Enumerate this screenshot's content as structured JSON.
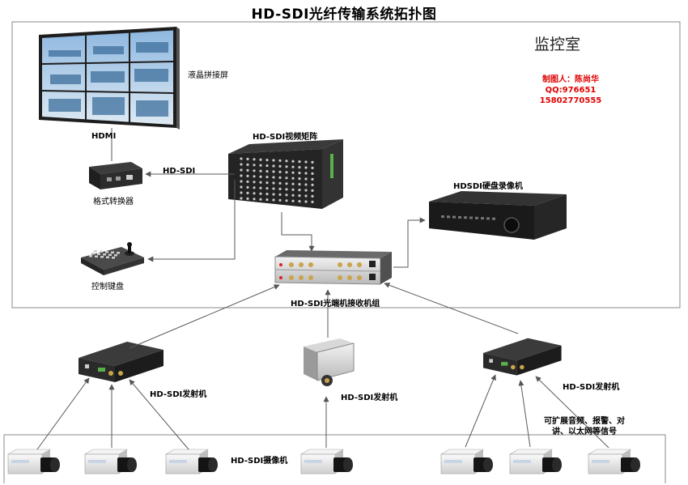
{
  "title": "HD-SDI光纤传输系统拓扑图",
  "room_label": "监控室",
  "author": {
    "line1": "制图人：陈尚华",
    "line2": "QQ:976651",
    "line3": "15802770555",
    "color": "#e00000"
  },
  "labels": {
    "video_wall": "液晶拼接屏",
    "hdmi": "HDMI",
    "hd_sdi_link": "HD-SDI",
    "converter": "格式转换器",
    "matrix": "HD-SDI视频矩阵",
    "keyboard": "控制键盘",
    "dvr": "HDSDI硬盘录像机",
    "receiver_group": "HD-SDI光端机接收机组",
    "transmitter_left": "HD-SDI发射机",
    "transmitter_center": "HD-SDI发射机",
    "transmitter_right": "HD-SDI发射机",
    "expand_line1": "可扩展音频、报警、对",
    "expand_line2": "讲、以太网等信号",
    "camera": "HD-SDI摄像机"
  },
  "icons": [
    "video-wall-icon",
    "format-converter-icon",
    "video-matrix-icon",
    "control-keyboard-icon",
    "dvr-icon",
    "optical-receiver-rack-icon",
    "transmitter-icon",
    "camera-icon"
  ]
}
